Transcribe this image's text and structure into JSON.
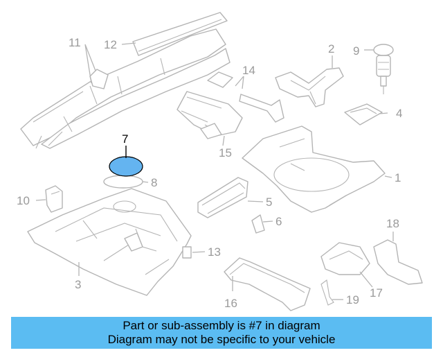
{
  "callouts": {
    "c1": "1",
    "c2": "2",
    "c3": "3",
    "c4": "4",
    "c5": "5",
    "c6": "6",
    "c7": "7",
    "c8": "8",
    "c9": "9",
    "c10": "10",
    "c11": "11",
    "c12": "12",
    "c13": "13",
    "c14": "14",
    "c15": "15",
    "c16": "16",
    "c17": "17",
    "c18": "18",
    "c19": "19"
  },
  "highlight": {
    "part_number": "7",
    "color": "#64b4f0"
  },
  "banner": {
    "line1": "Part or sub-assembly is #7 in diagram",
    "line2": "Diagram may not be specific to your vehicle",
    "background": "#5bbcf2"
  }
}
